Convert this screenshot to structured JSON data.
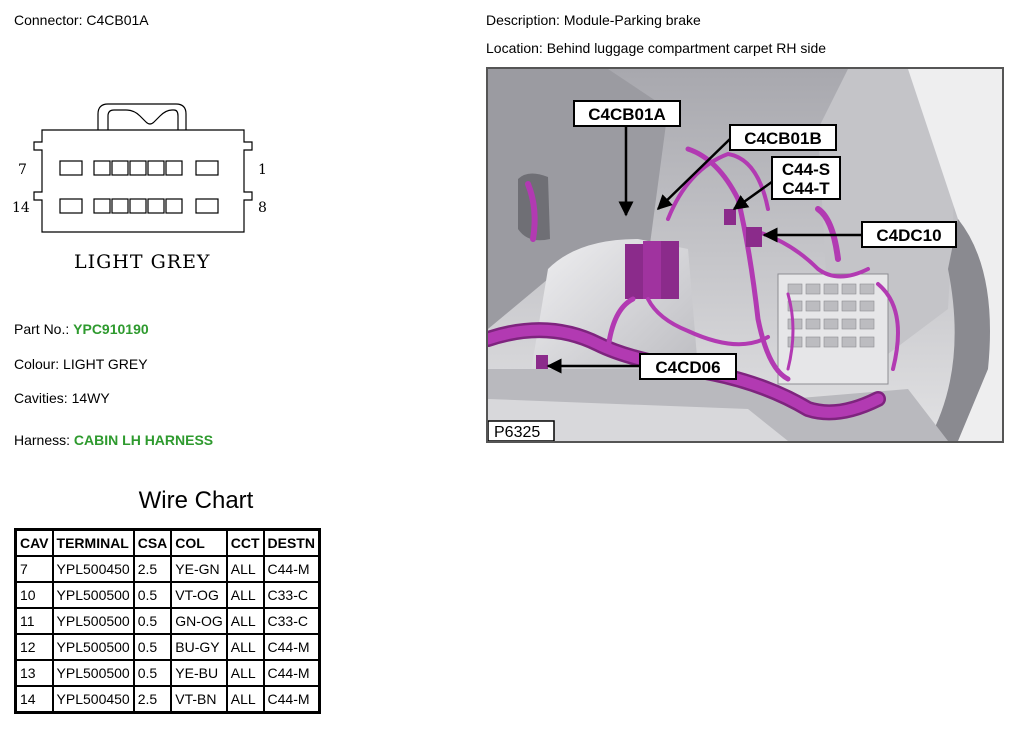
{
  "connector": {
    "label": "Connector:",
    "id": "C4CB01A"
  },
  "description": {
    "label": "Description:",
    "value": "Module-Parking brake"
  },
  "location": {
    "label": "Location:",
    "value": "Behind luggage compartment carpet RH side"
  },
  "diagram": {
    "pin_top_left": "7",
    "pin_top_right": "1",
    "pin_bottom_left": "14",
    "pin_bottom_right": "8",
    "caption": "LIGHT GREY"
  },
  "part": {
    "label": "Part No.:",
    "value": "YPC910190"
  },
  "colour": {
    "label": "Colour:",
    "value": "LIGHT GREY"
  },
  "cavities": {
    "label": "Cavities:",
    "value": "14WY"
  },
  "harness": {
    "label": "Harness:",
    "value": "CABIN LH HARNESS"
  },
  "photo": {
    "callouts": {
      "c4cb01a": "C4CB01A",
      "c4cb01b": "C4CB01B",
      "c44s": "C44-S",
      "c44t": "C44-T",
      "c4dc10": "C4DC10",
      "c4cd06": "C4CD06"
    },
    "ref": "P6325",
    "harness_color": "#b23ab2"
  },
  "wire_chart": {
    "title": "Wire Chart",
    "headers": [
      "CAV",
      "TERMINAL",
      "CSA",
      "COL",
      "CCT",
      "DESTN"
    ],
    "rows": [
      [
        "7",
        "YPL500450",
        "2.5",
        "YE-GN",
        "ALL",
        "C44-M"
      ],
      [
        "10",
        "YPL500500",
        "0.5",
        "VT-OG",
        "ALL",
        "C33-C"
      ],
      [
        "11",
        "YPL500500",
        "0.5",
        "GN-OG",
        "ALL",
        "C33-C"
      ],
      [
        "12",
        "YPL500500",
        "0.5",
        "BU-GY",
        "ALL",
        "C44-M"
      ],
      [
        "13",
        "YPL500500",
        "0.5",
        "YE-BU",
        "ALL",
        "C44-M"
      ],
      [
        "14",
        "YPL500450",
        "2.5",
        "VT-BN",
        "ALL",
        "C44-M"
      ]
    ]
  }
}
